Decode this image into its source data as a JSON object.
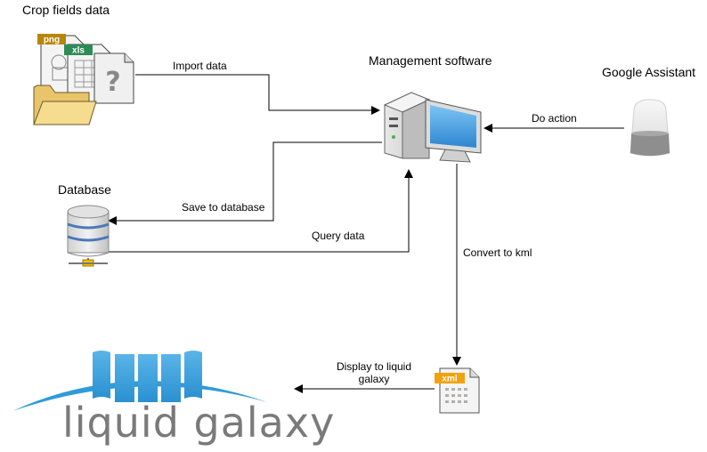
{
  "nodes": {
    "crop_fields": {
      "title": "Crop fields data",
      "badges": [
        "png",
        "xls"
      ]
    },
    "management": {
      "title": "Management software"
    },
    "assistant": {
      "title": "Google Assistant"
    },
    "database": {
      "title": "Database"
    },
    "xml_file": {
      "badge": "xml"
    },
    "liquid_galaxy": {
      "logo_text": "liquid galaxy"
    }
  },
  "edges": {
    "import_data": "Import data",
    "do_action": "Do action",
    "save_to_database": "Save to database",
    "query_data": "Query data",
    "convert_to_kml": "Convert to kml",
    "display_line1": "Display to liquid",
    "display_line2": "galaxy"
  },
  "colors": {
    "arrow": "#000000",
    "monitor_screen": "#3f9be0",
    "db_stripe": "#4a78b8",
    "db_led": "#f2c200",
    "folder": "#f6dc8f",
    "png_badge": "#b8860b",
    "xls_badge": "#2e8b57",
    "xml_badge": "#f2a20c",
    "lg_blue": "#2f9bd8",
    "lg_text": "#7a7a7a"
  }
}
